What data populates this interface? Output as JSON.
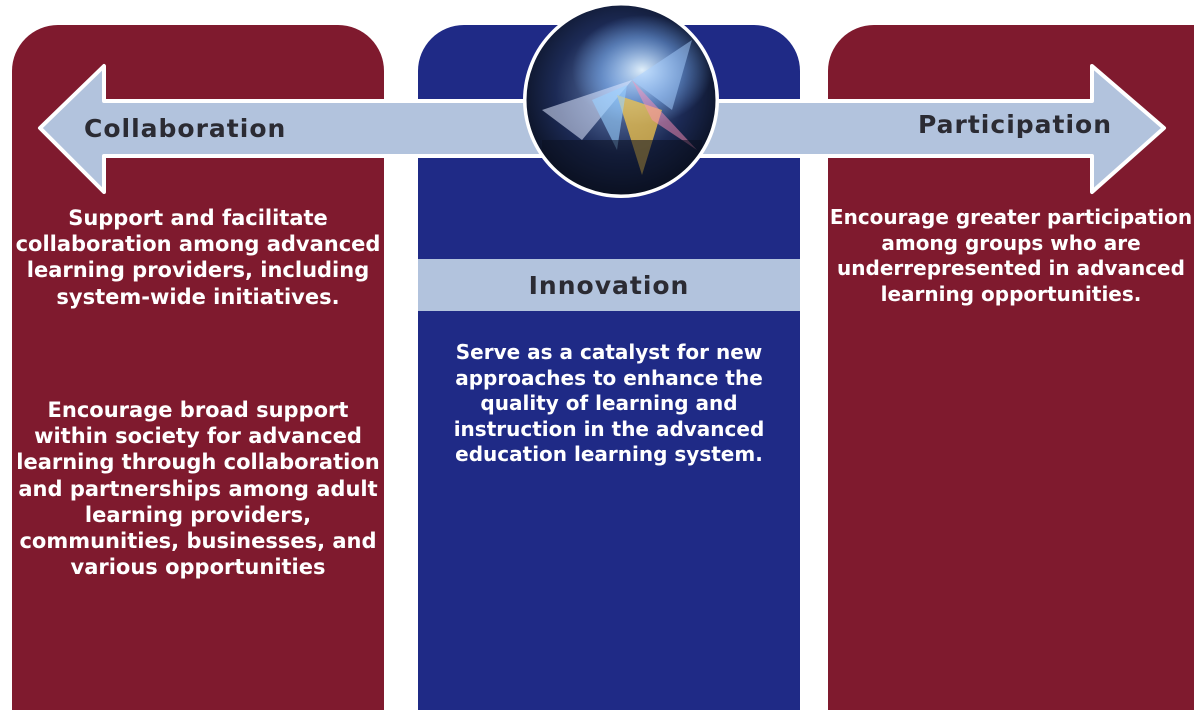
{
  "colors": {
    "left_panel": "#7f1a2e",
    "center_panel": "#1f2a86",
    "right_panel": "#7f1a2e",
    "arrow_fill": "#b2c3dd",
    "label_text": "#2b2b33"
  },
  "arrow": {
    "left_label": "Collaboration",
    "right_label": "Participation"
  },
  "emblem": {
    "icon": "light-sphere-image"
  },
  "left_panel": {
    "paragraph_1": "Support and facilitate collaboration among advanced learning providers, including system-wide initiatives.",
    "paragraph_2": "Encourage broad support within society for advanced learning through collaboration and partnerships among adult learning providers, communities, businesses, and various opportunities"
  },
  "center_panel": {
    "band_label": "Innovation",
    "paragraph_1": "Serve as a catalyst for new approaches to enhance the quality of learning and instruction in the advanced education learning system."
  },
  "right_panel": {
    "paragraph_1": "Encourage greater participation among groups who are underrepresented in advanced learning opportunities."
  }
}
